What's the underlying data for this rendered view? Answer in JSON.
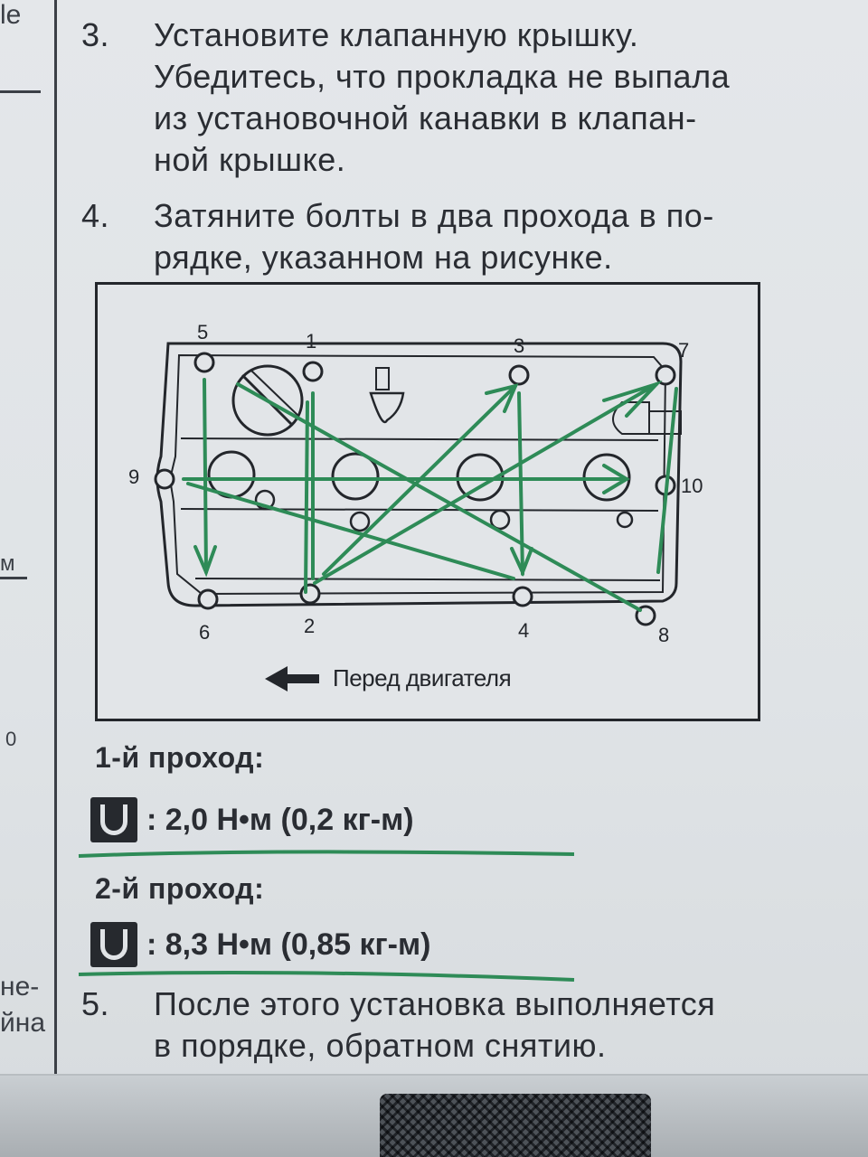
{
  "left_fragments": {
    "top": "le",
    "m": "м",
    "zero": "0",
    "ne": "не-",
    "yna": "йна"
  },
  "step3": {
    "number": "3.",
    "text": "Установите клапанную крышку.\nУбедитесь, что прокладка не выпала\nиз установочной канавки в клапан-\nной крышке."
  },
  "step4": {
    "number": "4.",
    "text": "Затяните болты в два прохода в по-\nрядке, указанном на рисунке."
  },
  "figure": {
    "bolt_labels": [
      "1",
      "2",
      "3",
      "4",
      "5",
      "6",
      "7",
      "8",
      "9",
      "10"
    ],
    "front_label": "Перед двигателя",
    "annotation_color": "#2e8b57"
  },
  "pass1": {
    "title": "1-й проход:",
    "torque": ": 2,0 Н•м (0,2 кг-м)"
  },
  "pass2": {
    "title": "2-й проход:",
    "torque": ": 8,3 Н•м (0,85 кг-м)"
  },
  "step5": {
    "number": "5.",
    "text": "После этого установка выполняется\nв порядке, обратном снятию."
  },
  "icons": {
    "torque_wrench": "torque-wrench-icon",
    "front_arrow": "arrow-left-icon"
  }
}
